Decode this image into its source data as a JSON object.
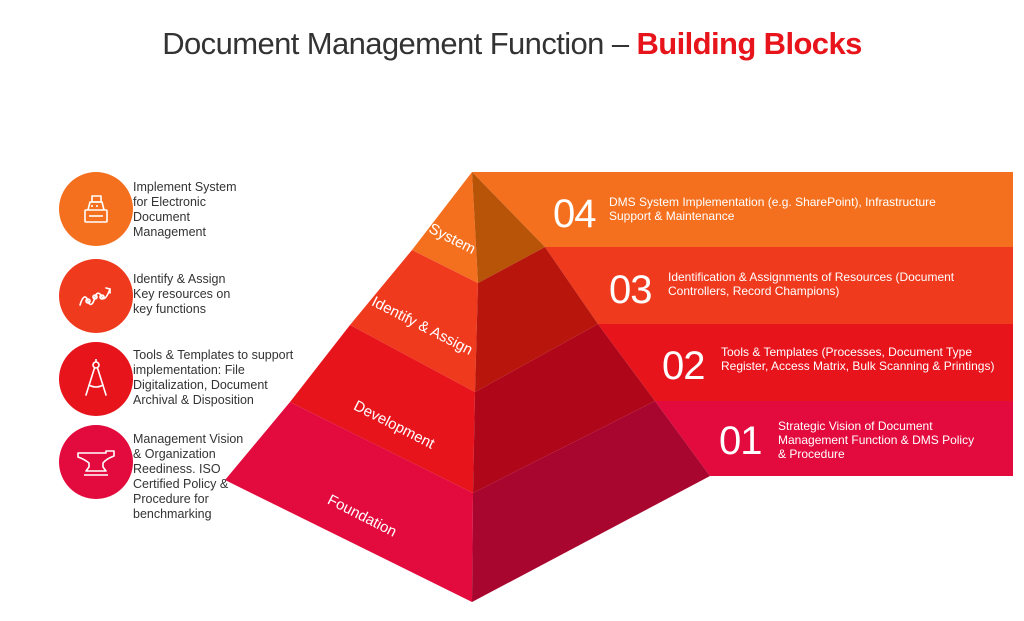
{
  "title": {
    "main": "Document Management Function – ",
    "highlight": "Building Blocks"
  },
  "colors": {
    "level4": "#f4701f",
    "level3": "#f03a1e",
    "level2": "#e7141c",
    "level1": "#e30a3e",
    "accent": "#e8141b",
    "text": "#333333"
  },
  "pyramid": {
    "levels": [
      {
        "label": "System"
      },
      {
        "label": "Identify & Assign"
      },
      {
        "label": "Development"
      },
      {
        "label": "Foundation"
      }
    ]
  },
  "bands": [
    {
      "number": "04",
      "text": "DMS System Implementation (e.g. SharePoint), Infrastructure Support & Maintenance"
    },
    {
      "number": "03",
      "text": "Identification & Assignments of Resources (Document Controllers, Record Champions)"
    },
    {
      "number": "02",
      "text": "Tools & Templates (Processes, Document Type Register, Access Matrix, Bulk Scanning & Printings)"
    },
    {
      "number": "01",
      "text": "Strategic Vision of Document Management Function & DMS Policy & Procedure"
    }
  ],
  "left_items": [
    {
      "icon": "cash-register-icon",
      "text": "Implement System for Electronic Document Management"
    },
    {
      "icon": "trend-line-icon",
      "text": "Identify & Assign Key resources on key functions"
    },
    {
      "icon": "compass-icon",
      "text": "Tools & Templates to support implementation: File Digitalization, Document Archival & Disposition"
    },
    {
      "icon": "anvil-icon",
      "text": "Management Vision & Organization Reediness. ISO Certified Policy & Procedure for benchmarking"
    }
  ]
}
